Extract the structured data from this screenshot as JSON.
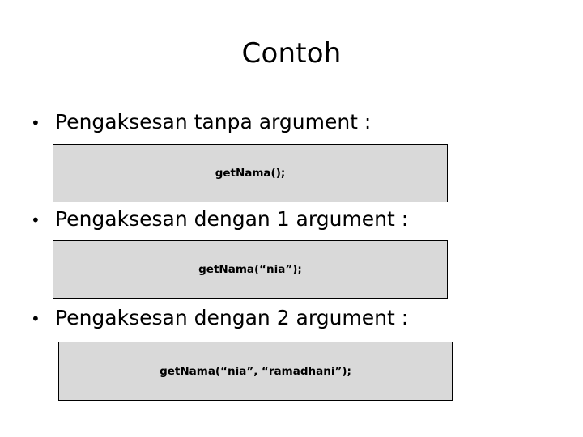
{
  "slide": {
    "title": "Contoh",
    "background_color": "#ffffff",
    "text_color": "#000000",
    "code_box_fill": "#d9d9d9",
    "code_box_border": "#000000",
    "bullet_marker": "•",
    "items": [
      {
        "bullet": "•",
        "label": "Pengaksesan tanpa argument :",
        "code": "getNama();"
      },
      {
        "bullet": "•",
        "label": "Pengaksesan dengan 1 argument :",
        "code": "getNama(“nia”);"
      },
      {
        "bullet": "•",
        "label": "Pengaksesan dengan 2 argument :",
        "code": "getNama(“nia”, “ramadhani”);"
      }
    ]
  }
}
